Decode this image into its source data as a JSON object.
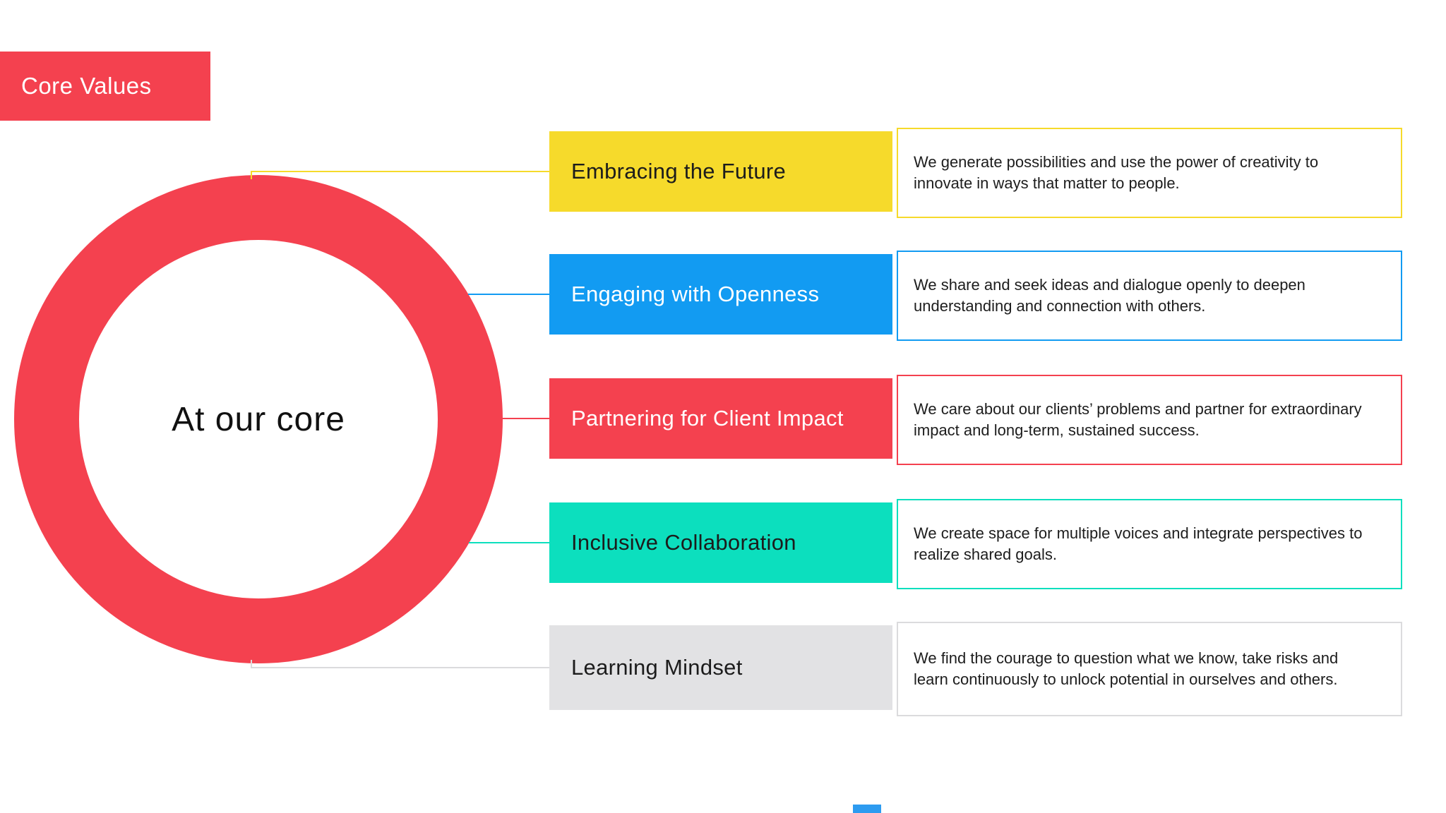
{
  "badge": {
    "label": "Core Values",
    "bg": "#F4414F",
    "text_color": "#FFFFFF"
  },
  "core": {
    "label": "At our core",
    "ring_color": "#F4414F"
  },
  "values": [
    {
      "name": "Embracing the Future",
      "description": "We generate possibilities and use the power of creativity to innovate in ways that matter to people.",
      "color": "#F6DA2B",
      "label_text_color": "#1C1C1C"
    },
    {
      "name": "Engaging with Openness",
      "description": "We share and seek ideas and dialogue openly to deepen understanding and connection with others.",
      "color": "#129BF2",
      "label_text_color": "#FFFFFF"
    },
    {
      "name": "Partnering for Client Impact",
      "description": "We care about our clients’ problems and partner for extraordinary impact and long-term, sustained success.",
      "color": "#F4414F",
      "label_text_color": "#FFFFFF"
    },
    {
      "name": "Inclusive Collaboration",
      "description": "We create space for multiple voices and integrate perspectives to realize shared goals.",
      "color": "#0CDFBE",
      "label_text_color": "#1C1C1C"
    },
    {
      "name": "Learning Mindset",
      "description": "We find the courage to question what we know, take risks and learn continuously to unlock potential in ourselves and others.",
      "color": "#E2E2E4",
      "border_color": "#DBDBDD",
      "label_text_color": "#1C1C1C"
    }
  ],
  "artifact_color": "#2D9BF0"
}
